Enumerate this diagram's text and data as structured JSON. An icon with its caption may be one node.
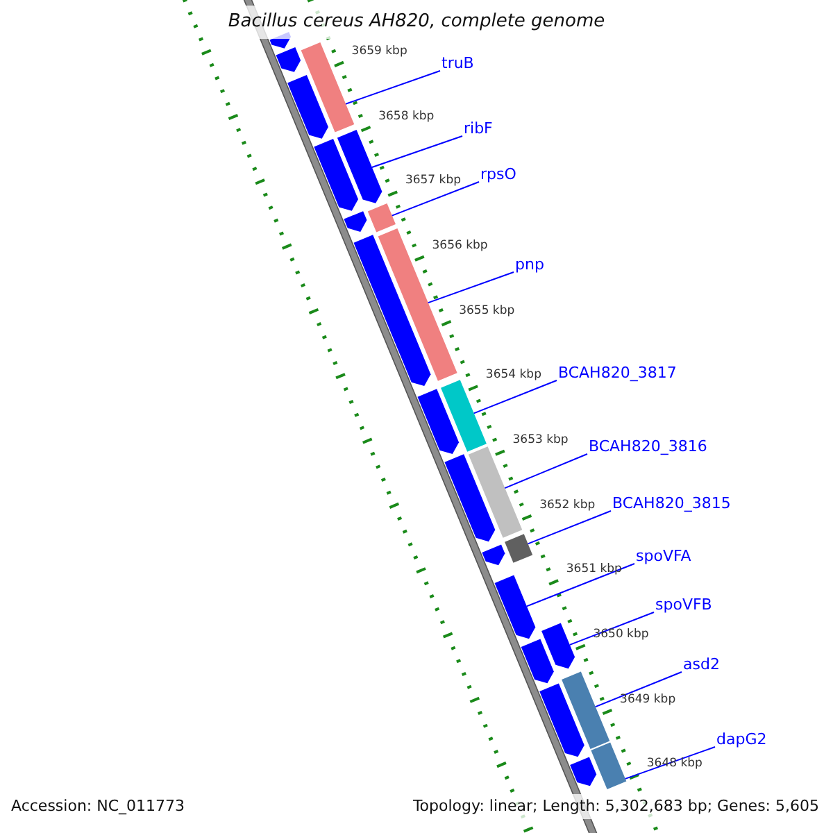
{
  "diagram": {
    "title": "Bacillus cereus AH820, complete genome",
    "nodes": [
      {
        "text": [
          "truB"
        ]
      },
      {
        "text": [],
        "shape": "bar"
      },
      {
        "text": [
          "ribF"
        ]
      },
      {
        "text": [],
        "shape": "bar"
      },
      {
        "text": [
          "rpsO"
        ]
      },
      {
        "text": [],
        "shape": "bar"
      },
      {
        "text": [
          "pnp"
        ]
      },
      {
        "text": [],
        "shape": "bar"
      },
      {
        "text": [
          "BCAH820_3817"
        ]
      },
      {
        "text": [],
        "shape": "bar"
      },
      {
        "text": [
          "BCAH820_3816"
        ]
      },
      {
        "text": [],
        "shape": "bar"
      },
      {
        "text": [
          "BCAH820_3815"
        ]
      },
      {
        "text": [],
        "shape": "bar"
      },
      {
        "text": [
          "spoVFA"
        ]
      },
      {
        "text": [],
        "shape": "bar"
      },
      {
        "text": [
          "spoVFB"
        ]
      },
      {
        "text": [],
        "shape": "bar"
      },
      {
        "text": [
          "asd2"
        ]
      },
      {
        "text": [],
        "shape": "bar"
      },
      {
        "text": [
          "dapG2"
        ]
      },
      {
        "text": [],
        "shape": "bar"
      },
      {
        "text": [],
        "shape": "bar"
      },
      {
        "text": [],
        "shape": "bar"
      },
      {
        "text": [],
        "shape": "bar"
      },
      {
        "text": [],
        "shape": "bar"
      },
      {
        "text": [],
        "shape": "bar"
      },
      {
        "text": [],
        "shape": "bar"
      },
      {
        "text": [],
        "shape": "bar"
      },
      {
        "text": [],
        "shape": "bar"
      },
      {
        "text": [],
        "shape": "bar"
      },
      {
        "text": [],
        "shape": "bar"
      },
      {
        "text": [],
        "shape": "bar"
      },
      {
        "text": [],
        "shape": "bar"
      }
    ],
    "edges": [
      {
        "from": 0,
        "to": 1,
        "arrow": "none"
      },
      {
        "from": 2,
        "to": 3,
        "arrow": "none"
      },
      {
        "from": 4,
        "to": 5,
        "arrow": "none"
      },
      {
        "from": 6,
        "to": 7,
        "arrow": "none"
      },
      {
        "from": 8,
        "to": 9,
        "arrow": "none"
      },
      {
        "from": 10,
        "to": 11,
        "arrow": "none"
      },
      {
        "from": 12,
        "to": 13,
        "arrow": "none"
      },
      {
        "from": 14,
        "to": 15,
        "arrow": "none"
      },
      {
        "from": 16,
        "to": 17,
        "arrow": "none"
      },
      {
        "from": 18,
        "to": 19,
        "arrow": "none"
      },
      {
        "from": 20,
        "to": 21,
        "arrow": "none"
      }
    ],
    "labels": [
      "3659 kbp",
      "3658 kbp",
      "3657 kbp",
      "3656 kbp",
      "3655 kbp",
      "3654 kbp",
      "3653 kbp",
      "3652 kbp",
      "3651 kbp",
      "3650 kbp",
      "3649 kbp",
      "3648 kbp",
      "Accession: NC_011773",
      "Topology: linear; Length: 5,302,683 bp; Genes: 5,605"
    ]
  }
}
